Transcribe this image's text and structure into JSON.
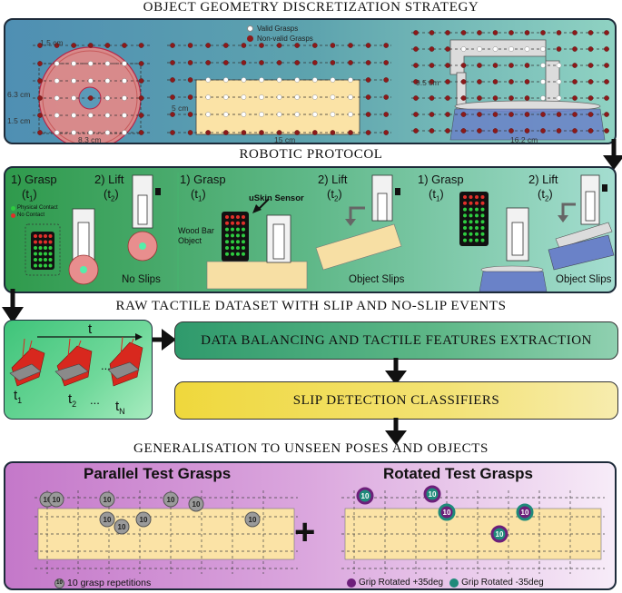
{
  "headings": {
    "geometry": "OBJECT GEOMETRY DISCRETIZATION STRATEGY",
    "protocol": "ROBOTIC PROTOCOL",
    "raw": "RAW TACTILE DATASET WITH SLIP AND NO-SLIP EVENTS",
    "generalisation": "GENERALISATION TO UNSEEN POSES AND OBJECTS"
  },
  "geometry_panel": {
    "legend": {
      "valid": "Valid Grasps",
      "nonvalid": "Non-valid Grasps"
    },
    "dims": {
      "top_margin": "1.5 cm",
      "height": "6.3 cm",
      "bottom_margin": "1.5 cm",
      "width": "8.3 cm",
      "bar_height": "5 cm",
      "bar_width": "15 cm",
      "tall_height": "9.5 cm",
      "tall_width": "16.2 cm"
    }
  },
  "protocol_panel": {
    "groups": [
      {
        "grasp": "1) Grasp",
        "grasp_t": "(t",
        "lift": "2) Lift",
        "lift_t": "(t",
        "result": "No Slips"
      },
      {
        "grasp": "1) Grasp",
        "grasp_t": "(t",
        "lift": "2) Lift",
        "lift_t": "(t",
        "result": "Object Slips"
      },
      {
        "grasp": "1) Grasp",
        "grasp_t": "(t",
        "lift": "2) Lift",
        "lift_t": "(t",
        "result": "Object Slips"
      }
    ],
    "sub1": "1",
    "sub2": "2",
    "close_paren": ")",
    "legend": {
      "contact": "Physical Contact",
      "nocontact": "No Contact"
    },
    "sensor_label": "uSkin Sensor",
    "object_label_1": "Wood Bar",
    "object_label_2": "Object"
  },
  "raw_panel": {
    "t": "t",
    "t1": "t",
    "t1_sub": "1",
    "t2": "t",
    "t2_sub": "2",
    "tn": "t",
    "tn_sub": "N",
    "dots": "...",
    "dots2": "..."
  },
  "pipeline": {
    "balancing": "DATA BALANCING AND TACTILE FEATURES EXTRACTION",
    "classifiers": "SLIP DETECTION CLASSIFIERS"
  },
  "generalisation_panel": {
    "parallel_title": "Parallel Test Grasps",
    "rotated_title": "Rotated Test Grasps",
    "plus": "+",
    "marker": "10",
    "legend_parallel": "10 grasp repetitions",
    "legend_rot_pos": "Grip Rotated +35deg",
    "legend_rot_neg": "Grip Rotated -35deg"
  },
  "colors": {
    "valid": "#ffffff",
    "nonvalid": "#8b1a1a",
    "contact": "#2ecc40",
    "nocontact": "#e0302a",
    "purple": "#6d1f7a",
    "teal": "#1f8a7a"
  }
}
